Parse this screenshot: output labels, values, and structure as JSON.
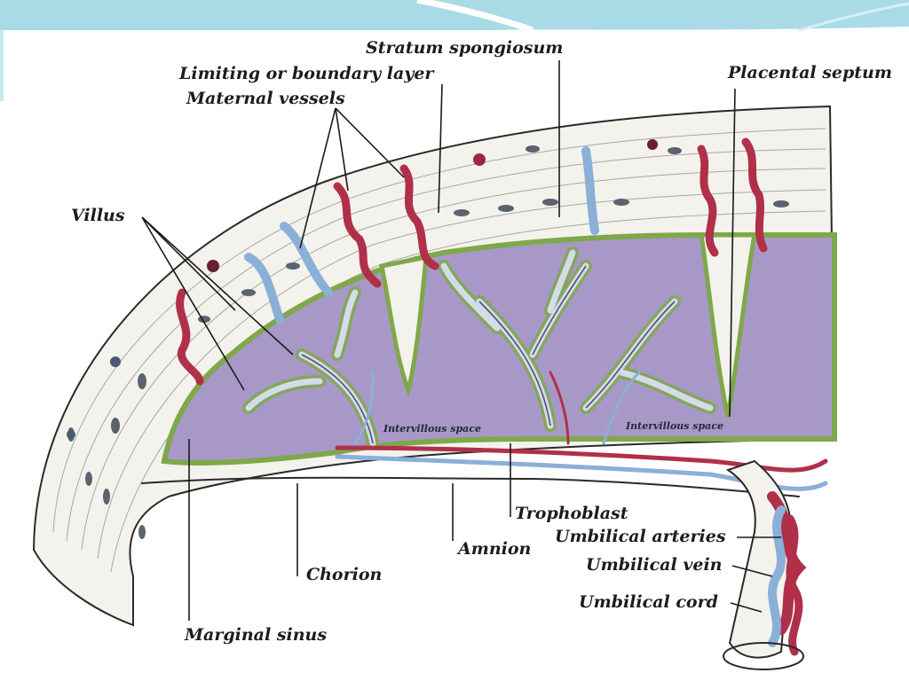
{
  "labels": {
    "stratum_spongiosum": "Stratum spongiosum",
    "limiting_layer": "Limiting or boundary layer",
    "maternal_vessels": "Maternal vessels",
    "placental_septum": "Placental septum",
    "villus": "Villus",
    "intervillous_left": "Intervillous space",
    "intervillous_right": "Intervillous space",
    "trophoblast": "Trophoblast",
    "amnion": "Amnion",
    "umbilical_arteries": "Umbilical arteries",
    "umbilical_vein": "Umbilical vein",
    "umbilical_cord": "Umbilical cord",
    "chorion": "Chorion",
    "marginal_sinus": "Marginal sinus"
  },
  "colors": {
    "header_band": "#a8dbe6",
    "tissue_bg": "#f4f2ec",
    "intervillous": "#a898c8",
    "villus_border": "#7fa84a",
    "artery": "#b0304a",
    "vein": "#8ab0d8",
    "ink": "#1c1c1c"
  }
}
